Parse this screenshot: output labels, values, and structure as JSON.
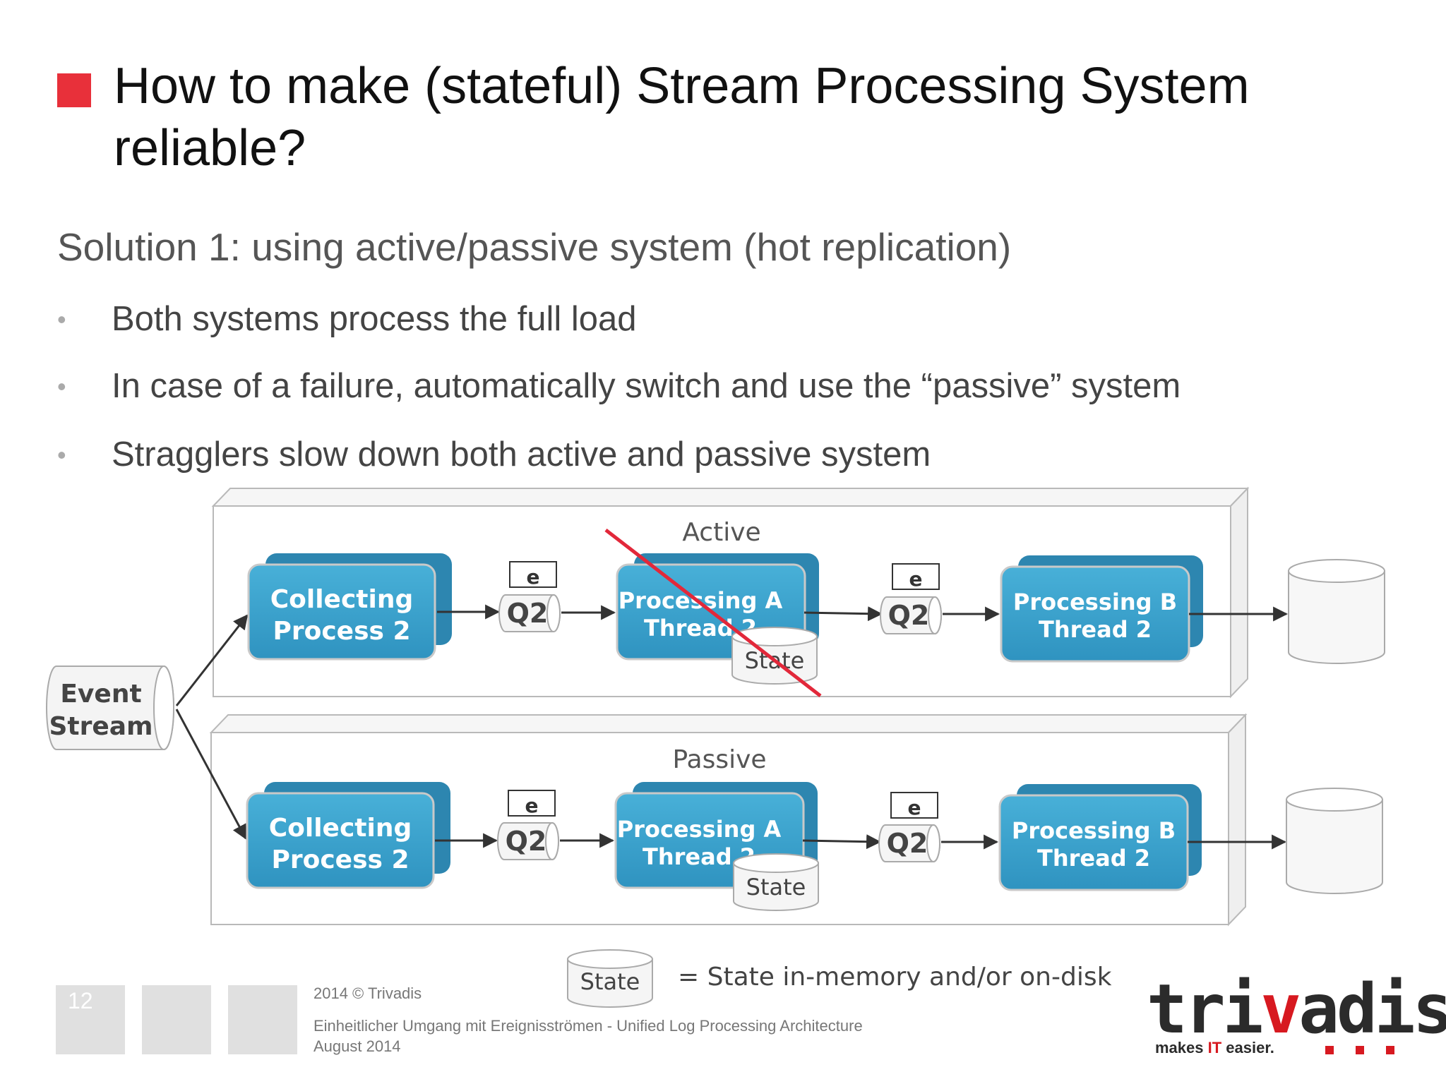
{
  "title": "How to make (stateful) Stream Processing System reliable?",
  "subtitle": "Solution 1: using active/passive system (hot replication)",
  "bullets": [
    "Both systems process the full load",
    "In case of a failure, automatically switch and use the “passive” system",
    "Stragglers slow down both active and passive system"
  ],
  "diagram": {
    "source": {
      "line1": "Event",
      "line2": "Stream"
    },
    "active": {
      "label": "Active",
      "collect": {
        "line1": "Collecting",
        "line2": "Process 2"
      },
      "queue1": {
        "label": "Q2",
        "event": "e"
      },
      "proc_a": {
        "line1": "Processing A",
        "line2": "Thread 2"
      },
      "state": "State",
      "queue2": {
        "label": "Q2",
        "event": "e"
      },
      "proc_b": {
        "line1": "Processing B",
        "line2": "Thread 2"
      },
      "failed": true
    },
    "passive": {
      "label": "Passive",
      "collect": {
        "line1": "Collecting",
        "line2": "Process 2"
      },
      "queue1": {
        "label": "Q2",
        "event": "e"
      },
      "proc_a": {
        "line1": "Processing A",
        "line2": "Thread 2"
      },
      "state": "State",
      "queue2": {
        "label": "Q2",
        "event": "e"
      },
      "proc_b": {
        "line1": "Processing B",
        "line2": "Thread 2"
      }
    },
    "legend": {
      "symbol": "State",
      "text": "= State in-memory and/or on-disk"
    }
  },
  "footer": {
    "page": "12",
    "copyright": "2014 © Trivadis",
    "line1": "Einheitlicher Umgang mit Ereignisströmen - Unified Log Processing Architecture",
    "line2": "August 2014"
  },
  "logo": {
    "text_dark1": "tri",
    "text_red": "v",
    "text_dark2": "adis",
    "tagline_a": "makes ",
    "tagline_b": "IT",
    "tagline_c": " easier."
  },
  "colors": {
    "accent": "#e8303a",
    "box": "#3aa1cc",
    "box_shadow": "#2d86b0",
    "strike": "#e2283a"
  }
}
